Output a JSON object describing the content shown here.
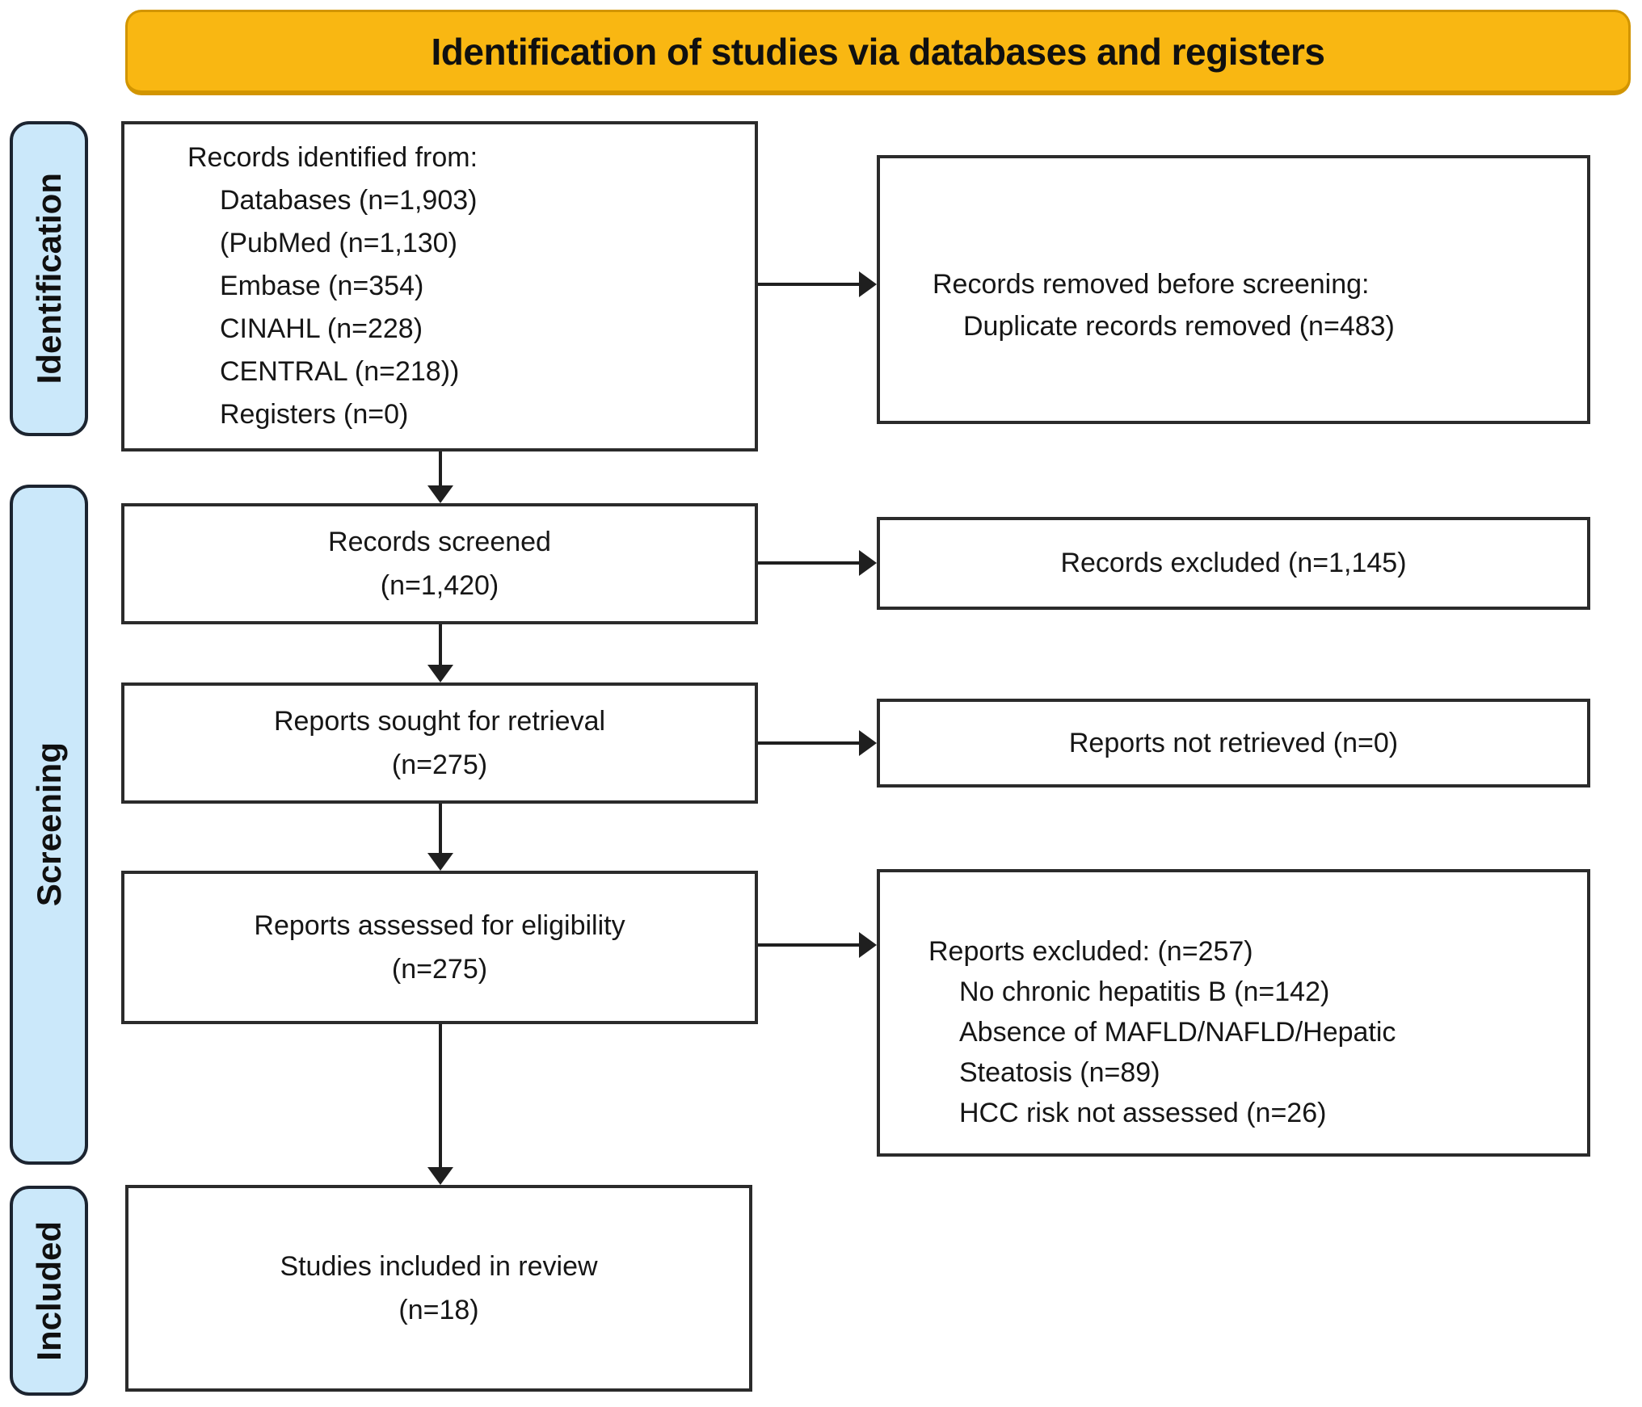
{
  "header": {
    "title": "Identification of studies via databases and registers"
  },
  "colors": {
    "banner_fill": "#F9B712",
    "banner_border": "#D29500",
    "stage_fill": "#CBE8FA",
    "box_border": "#2B2B2B",
    "arrow": "#1F1F1F"
  },
  "stages": {
    "identification": "Identification",
    "screening": "Screening",
    "included": "Included"
  },
  "flow": {
    "records_identified": {
      "lines": [
        "Records identified from:",
        "Databases (n=1,903)",
        "(PubMed (n=1,130)",
        "Embase (n=354)",
        "CINAHL (n=228)",
        "CENTRAL (n=218))",
        "Registers (n=0)"
      ]
    },
    "records_removed": {
      "lines": [
        "Records removed before screening:",
        "Duplicate records removed (n=483)"
      ]
    },
    "records_screened": {
      "line1": "Records screened",
      "line2": "(n=1,420)"
    },
    "records_excluded": {
      "label": "Records excluded (n=1,145)"
    },
    "reports_sought": {
      "line1": "Reports sought for retrieval",
      "line2": "(n=275)"
    },
    "reports_not_retrieved": {
      "label": "Reports not retrieved (n=0)"
    },
    "reports_assessed": {
      "line1": "Reports assessed for eligibility",
      "line2": "(n=275)"
    },
    "reports_excluded": {
      "lines": [
        "Reports excluded: (n=257)",
        "No chronic hepatitis B (n=142)",
        "Absence of MAFLD/NAFLD/Hepatic",
        "Steatosis (n=89)",
        "HCC risk not assessed (n=26)"
      ]
    },
    "studies_included": {
      "line1": "Studies included in review",
      "line2": "(n=18)"
    }
  }
}
